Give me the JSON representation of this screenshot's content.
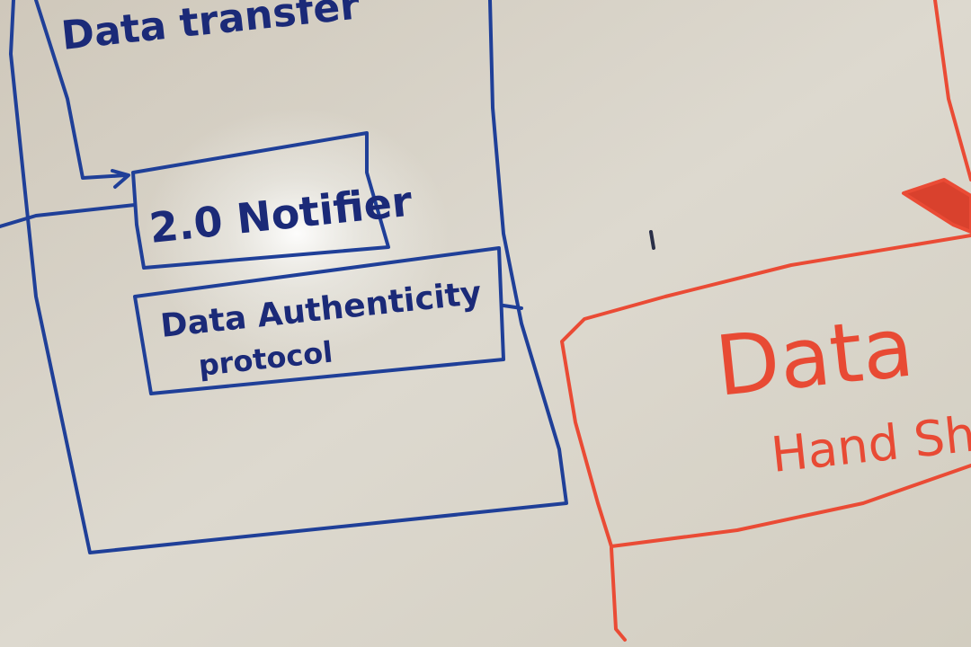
{
  "whiteboard": {
    "outer_box_label": "Data transfer",
    "notifier_label": "2.0 Notifier",
    "authenticity_label_line1": "Data Authenticity",
    "authenticity_label_line2": "protocol",
    "red_box_label_line1": "Data",
    "red_box_label_line2": "Hand Sh"
  },
  "colors": {
    "board": "#d7d2c5",
    "blue_marker": "#1f3f98",
    "red_marker": "#ea4b35"
  }
}
